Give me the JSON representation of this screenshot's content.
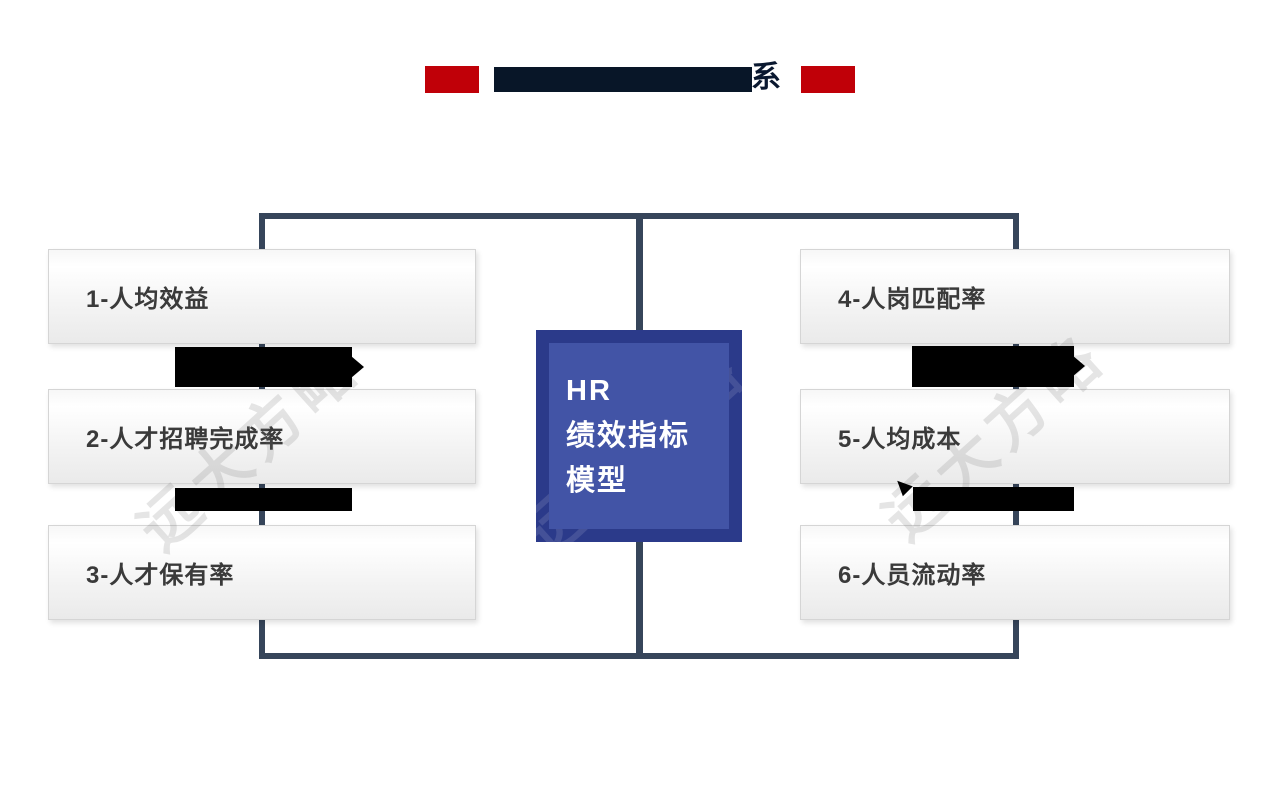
{
  "slide": {
    "background": "#ffffff"
  },
  "title": {
    "redacted": true,
    "visible_suffix": "系",
    "accent_color": "#c00008",
    "text_color": "#0a1830"
  },
  "center_box": {
    "line1": "HR",
    "line2": "绩效指标",
    "line3": "模型",
    "border_color": "#2b3a8a",
    "fill_color": "#4254a6",
    "text_color": "#ffffff"
  },
  "connector_color": "#36455a",
  "left_items": [
    {
      "label": "1-人均效益"
    },
    {
      "label": "2-人才招聘完成率"
    },
    {
      "label": "3-人才保有率"
    }
  ],
  "right_items": [
    {
      "label": "4-人岗匹配率"
    },
    {
      "label": "5-人均成本"
    },
    {
      "label": "6-人员流动率"
    }
  ],
  "watermark": {
    "text": "远大方略"
  }
}
